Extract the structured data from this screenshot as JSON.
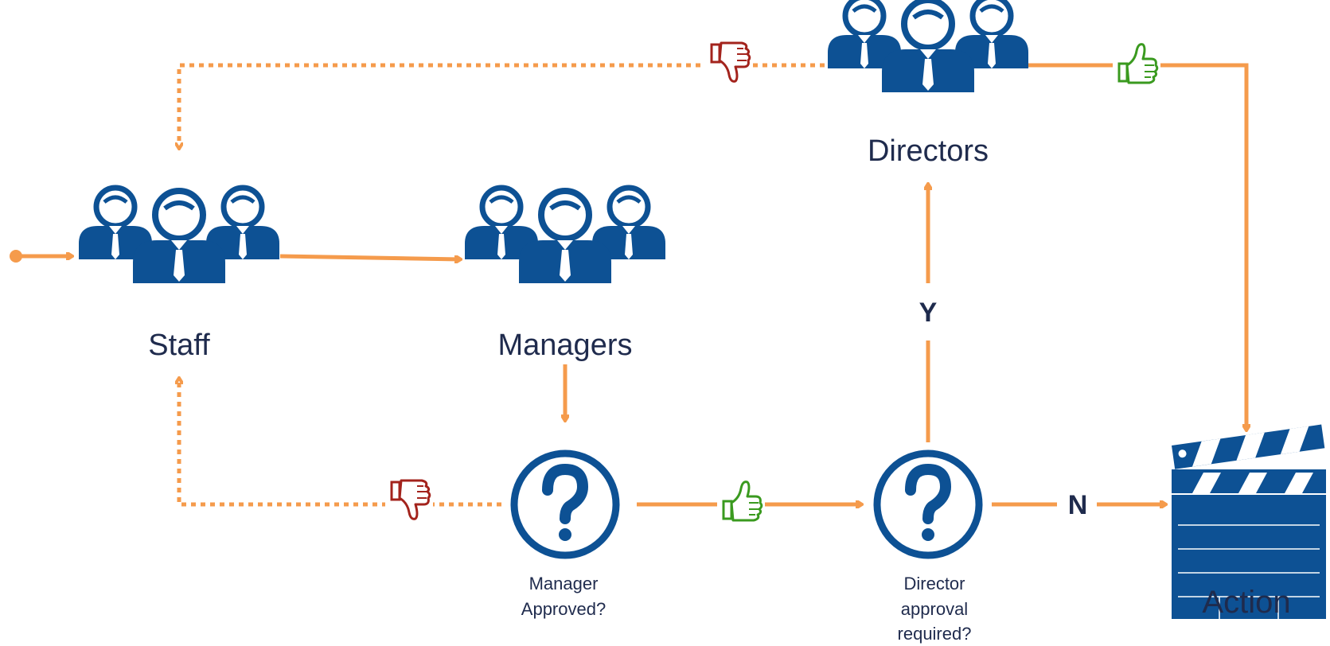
{
  "colors": {
    "people": "#0d5194",
    "arrow": "#f59b4c",
    "approve": "#3a9a1f",
    "reject": "#a3231c",
    "text": "#1f2b4d"
  },
  "nodes": {
    "staff": {
      "label": "Staff",
      "icon": "people-group-icon"
    },
    "managers": {
      "label": "Managers",
      "icon": "people-group-icon"
    },
    "directors": {
      "label": "Directors",
      "icon": "people-group-icon"
    },
    "manager_decision": {
      "line1": "Manager",
      "line2": "Approved?",
      "icon": "question-icon"
    },
    "director_decision": {
      "line1": "Director",
      "line2": "approval",
      "line3": "required?",
      "icon": "question-icon"
    },
    "action": {
      "label": "Action",
      "icon": "clapperboard-icon"
    }
  },
  "edges": {
    "yes_label": "Y",
    "no_label": "N"
  },
  "icons": {
    "approve": "thumbs-up-icon",
    "reject": "thumbs-down-icon"
  }
}
